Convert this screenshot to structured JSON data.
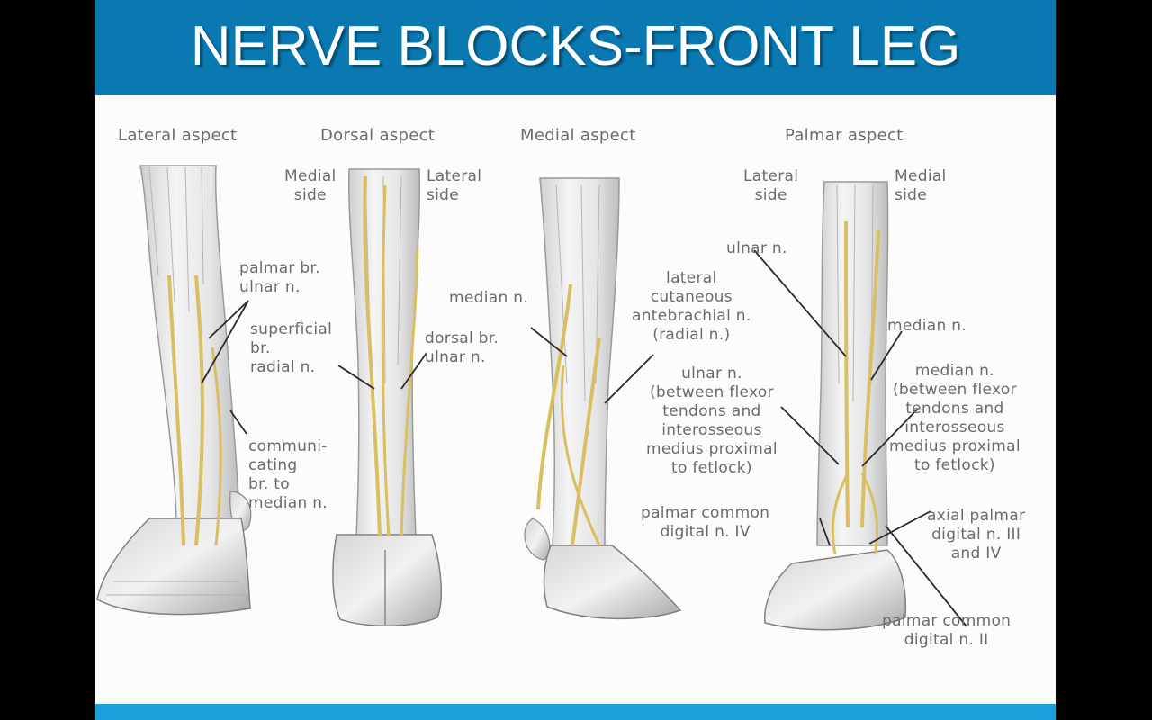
{
  "slide": {
    "title": "NERVE BLOCKS-FRONT LEG"
  },
  "aspects": {
    "lateral": "Lateral aspect",
    "dorsal": "Dorsal aspect",
    "medial": "Medial aspect",
    "palmar": "Palmar aspect"
  },
  "labels": {
    "dorsal_medial_side": "Medial\nside",
    "dorsal_lateral_side": "Lateral\nside",
    "palmar_lateral_side": "Lateral\nside",
    "palmar_medial_side": "Medial\nside",
    "palmar_br_ulnar": "palmar br.\nulnar n.",
    "superficial_br_radial": "superficial\nbr.\nradial n.",
    "communicating_br": "communi-\ncating\nbr. to\nmedian n.",
    "dorsal_br_ulnar": "dorsal br.\nulnar n.",
    "median_n_medial": "median n.",
    "lateral_cutaneous": "lateral\ncutaneous\nantebrachial n.\n(radial n.)",
    "ulnar_n_between": "ulnar n.\n(between flexor\ntendons and\ninterosseous\nmedius proximal\nto fetlock)",
    "palmar_common_iv": "palmar common\ndigital n. IV",
    "ulnar_n_palmar": "ulnar n.",
    "median_n_palmar": "median n.",
    "median_n_between": "median n.\n(between flexor\ntendons and\ninterosseous\nmedius proximal\nto fetlock)",
    "axial_palmar": "axial palmar\ndigital n. III\nand IV",
    "palmar_common_ii": "palmar common\ndigital n. II"
  },
  "colors": {
    "title_bar": "#0a79b2",
    "bottom_bar": "#1aa0dd",
    "nerve": "#d9bf62",
    "label_text": "#6b6b6b"
  }
}
